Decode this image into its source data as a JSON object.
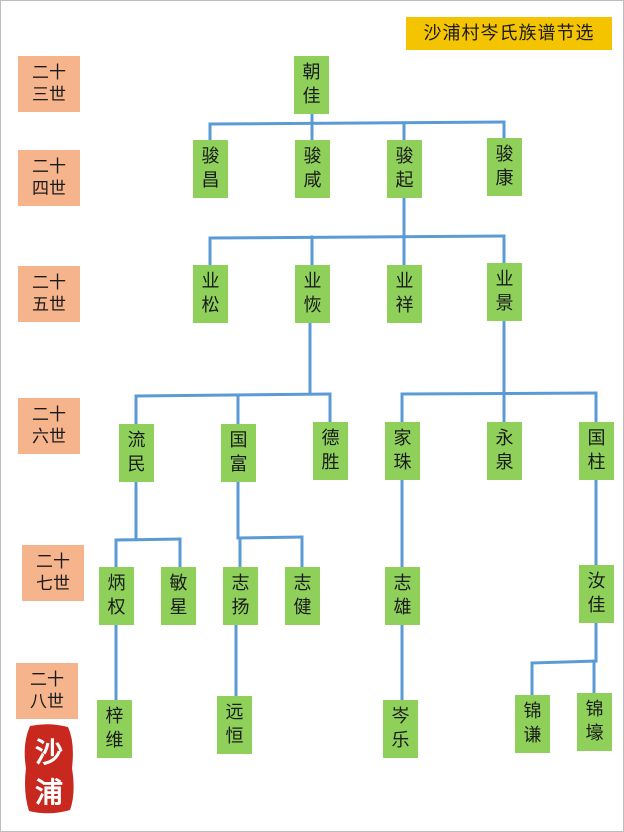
{
  "title": "沙浦村岑氏族谱节选",
  "generations": [
    {
      "line1": "二十",
      "line2": "三世"
    },
    {
      "line1": "二十",
      "line2": "四世"
    },
    {
      "line1": "二十",
      "line2": "五世"
    },
    {
      "line1": "二十",
      "line2": "六世"
    },
    {
      "line1": "二十",
      "line2": "七世"
    },
    {
      "line1": "二十",
      "line2": "八世"
    }
  ],
  "people": {
    "g23": [
      {
        "c1": "朝",
        "c2": "佳"
      }
    ],
    "g24": [
      {
        "c1": "骏",
        "c2": "昌"
      },
      {
        "c1": "骏",
        "c2": "咸"
      },
      {
        "c1": "骏",
        "c2": "起"
      },
      {
        "c1": "骏",
        "c2": "康"
      }
    ],
    "g25": [
      {
        "c1": "业",
        "c2": "松"
      },
      {
        "c1": "业",
        "c2": "恢"
      },
      {
        "c1": "业",
        "c2": "祥"
      },
      {
        "c1": "业",
        "c2": "景"
      }
    ],
    "g26": [
      {
        "c1": "流",
        "c2": "民"
      },
      {
        "c1": "国",
        "c2": "富"
      },
      {
        "c1": "德",
        "c2": "胜"
      },
      {
        "c1": "家",
        "c2": "珠"
      },
      {
        "c1": "永",
        "c2": "泉"
      },
      {
        "c1": "国",
        "c2": "柱"
      }
    ],
    "g27": [
      {
        "c1": "炳",
        "c2": "权"
      },
      {
        "c1": "敏",
        "c2": "星"
      },
      {
        "c1": "志",
        "c2": "扬"
      },
      {
        "c1": "志",
        "c2": "健"
      },
      {
        "c1": "志",
        "c2": "雄"
      },
      {
        "c1": "汝",
        "c2": "佳"
      }
    ],
    "g28": [
      {
        "c1": "梓",
        "c2": "维"
      },
      {
        "c1": "远",
        "c2": "恒"
      },
      {
        "c1": "岑",
        "c2": "乐"
      },
      {
        "c1": "锦",
        "c2": "谦"
      },
      {
        "c1": "锦",
        "c2": "壕"
      }
    ]
  },
  "seal": {
    "text": "沙浦",
    "color": "#c8281e"
  },
  "colors": {
    "node": "#8ed05a",
    "generation": "#f5b48c",
    "title": "#f5c400",
    "line": "#5b9bd5"
  }
}
